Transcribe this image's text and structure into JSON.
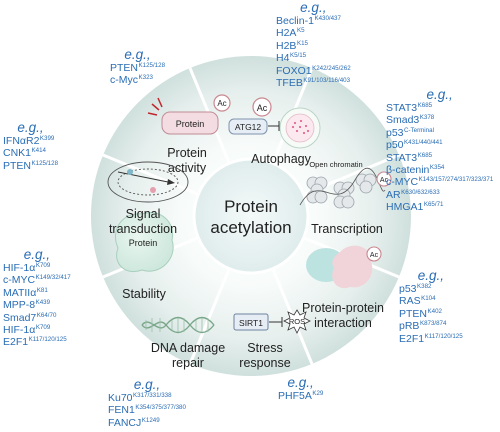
{
  "center": {
    "line1": "Protein",
    "line2": "acetylation"
  },
  "eg_label": "e.g.,",
  "sectors": {
    "protein_activity": {
      "title1": "Protein",
      "title2": "activity",
      "box": "Protein",
      "ac": "Ac"
    },
    "autophagy": {
      "title": "Autophagy",
      "ac": "Ac",
      "atg12": "ATG12"
    },
    "transcription": {
      "title": "Transcription",
      "chromatin": "Open chromatin",
      "ac": "Ac"
    },
    "ppi": {
      "title1": "Protein-protein",
      "title2": "interaction",
      "ac": "Ac"
    },
    "stress": {
      "title1": "Stress",
      "title2": "response",
      "sirt1": "SIRT1",
      "ros": "ROS"
    },
    "dna_repair": {
      "title1": "DNA damage",
      "title2": "repair"
    },
    "stability": {
      "title": "Stability",
      "blob": "Protein"
    },
    "signal": {
      "title1": "Signal",
      "title2": "transduction"
    }
  },
  "examples": {
    "protein_activity": [
      {
        "name": "PTEN",
        "sites": "K125/128"
      },
      {
        "name": "c-Myc",
        "sites": "K323"
      }
    ],
    "autophagy": [
      {
        "name": "Beclin-1",
        "sites": "K430/437"
      },
      {
        "name": "H2A",
        "sites": "K5"
      },
      {
        "name": "H2B",
        "sites": "K15"
      },
      {
        "name": "H4",
        "sites": "K5/15"
      },
      {
        "name": "FOXO1",
        "sites": "K242/245/262"
      },
      {
        "name": "TFEB",
        "sites": "K91/103/116/403"
      }
    ],
    "transcription": [
      {
        "name": "STAT3",
        "sites": "K685"
      },
      {
        "name": "Smad3",
        "sites": "K378"
      },
      {
        "name": "p53",
        "sites": "C-Terminal"
      },
      {
        "name": "p50",
        "sites": "K431/440/441"
      },
      {
        "name": "STAT3",
        "sites": "K685"
      },
      {
        "name": "β-catenin",
        "sites": "K354"
      },
      {
        "name": "c-MYC",
        "sites": "K143/157/274/317/323/371"
      },
      {
        "name": "AR",
        "sites": "K630/632/633"
      },
      {
        "name": "HMGA1",
        "sites": "K65/71"
      }
    ],
    "ppi": [
      {
        "name": "p53",
        "sites": "K382"
      },
      {
        "name": "RAS",
        "sites": "K104"
      },
      {
        "name": "PTEN",
        "sites": "K402"
      },
      {
        "name": "pRB",
        "sites": "K873/874"
      },
      {
        "name": "E2F1",
        "sites": "K117/120/125"
      }
    ],
    "stress": [
      {
        "name": "PHF5A",
        "sites": "K29"
      }
    ],
    "dna_repair": [
      {
        "name": "Ku70",
        "sites": "K317/331/338"
      },
      {
        "name": "FEN1",
        "sites": "K354/375/377/380"
      },
      {
        "name": "FANCJ",
        "sites": "K1249"
      }
    ],
    "stability": [
      {
        "name": "HIF-1α",
        "sites": "K709"
      },
      {
        "name": "c-MYC",
        "sites": "K149/32/417"
      },
      {
        "name": "MATIIα",
        "sites": "K81"
      },
      {
        "name": "MPP-8",
        "sites": "K439"
      },
      {
        "name": "Smad7",
        "sites": "K64/70"
      },
      {
        "name": "HIF-1α",
        "sites": "K709"
      },
      {
        "name": "E2F1",
        "sites": "K117/120/125"
      }
    ],
    "signal": [
      {
        "name": "IFNαR2",
        "sites": "K399"
      },
      {
        "name": "CNK1",
        "sites": "K414"
      },
      {
        "name": "PTEN",
        "sites": "K125/128"
      }
    ]
  },
  "colors": {
    "text_blue": "#2a6db5",
    "wheel_outer": "#cfe0dd",
    "wheel_inner": "#ffffff",
    "center_fill": "#e7f1f1",
    "divider": "#ffffff",
    "ac_marker": "#d98d97"
  }
}
